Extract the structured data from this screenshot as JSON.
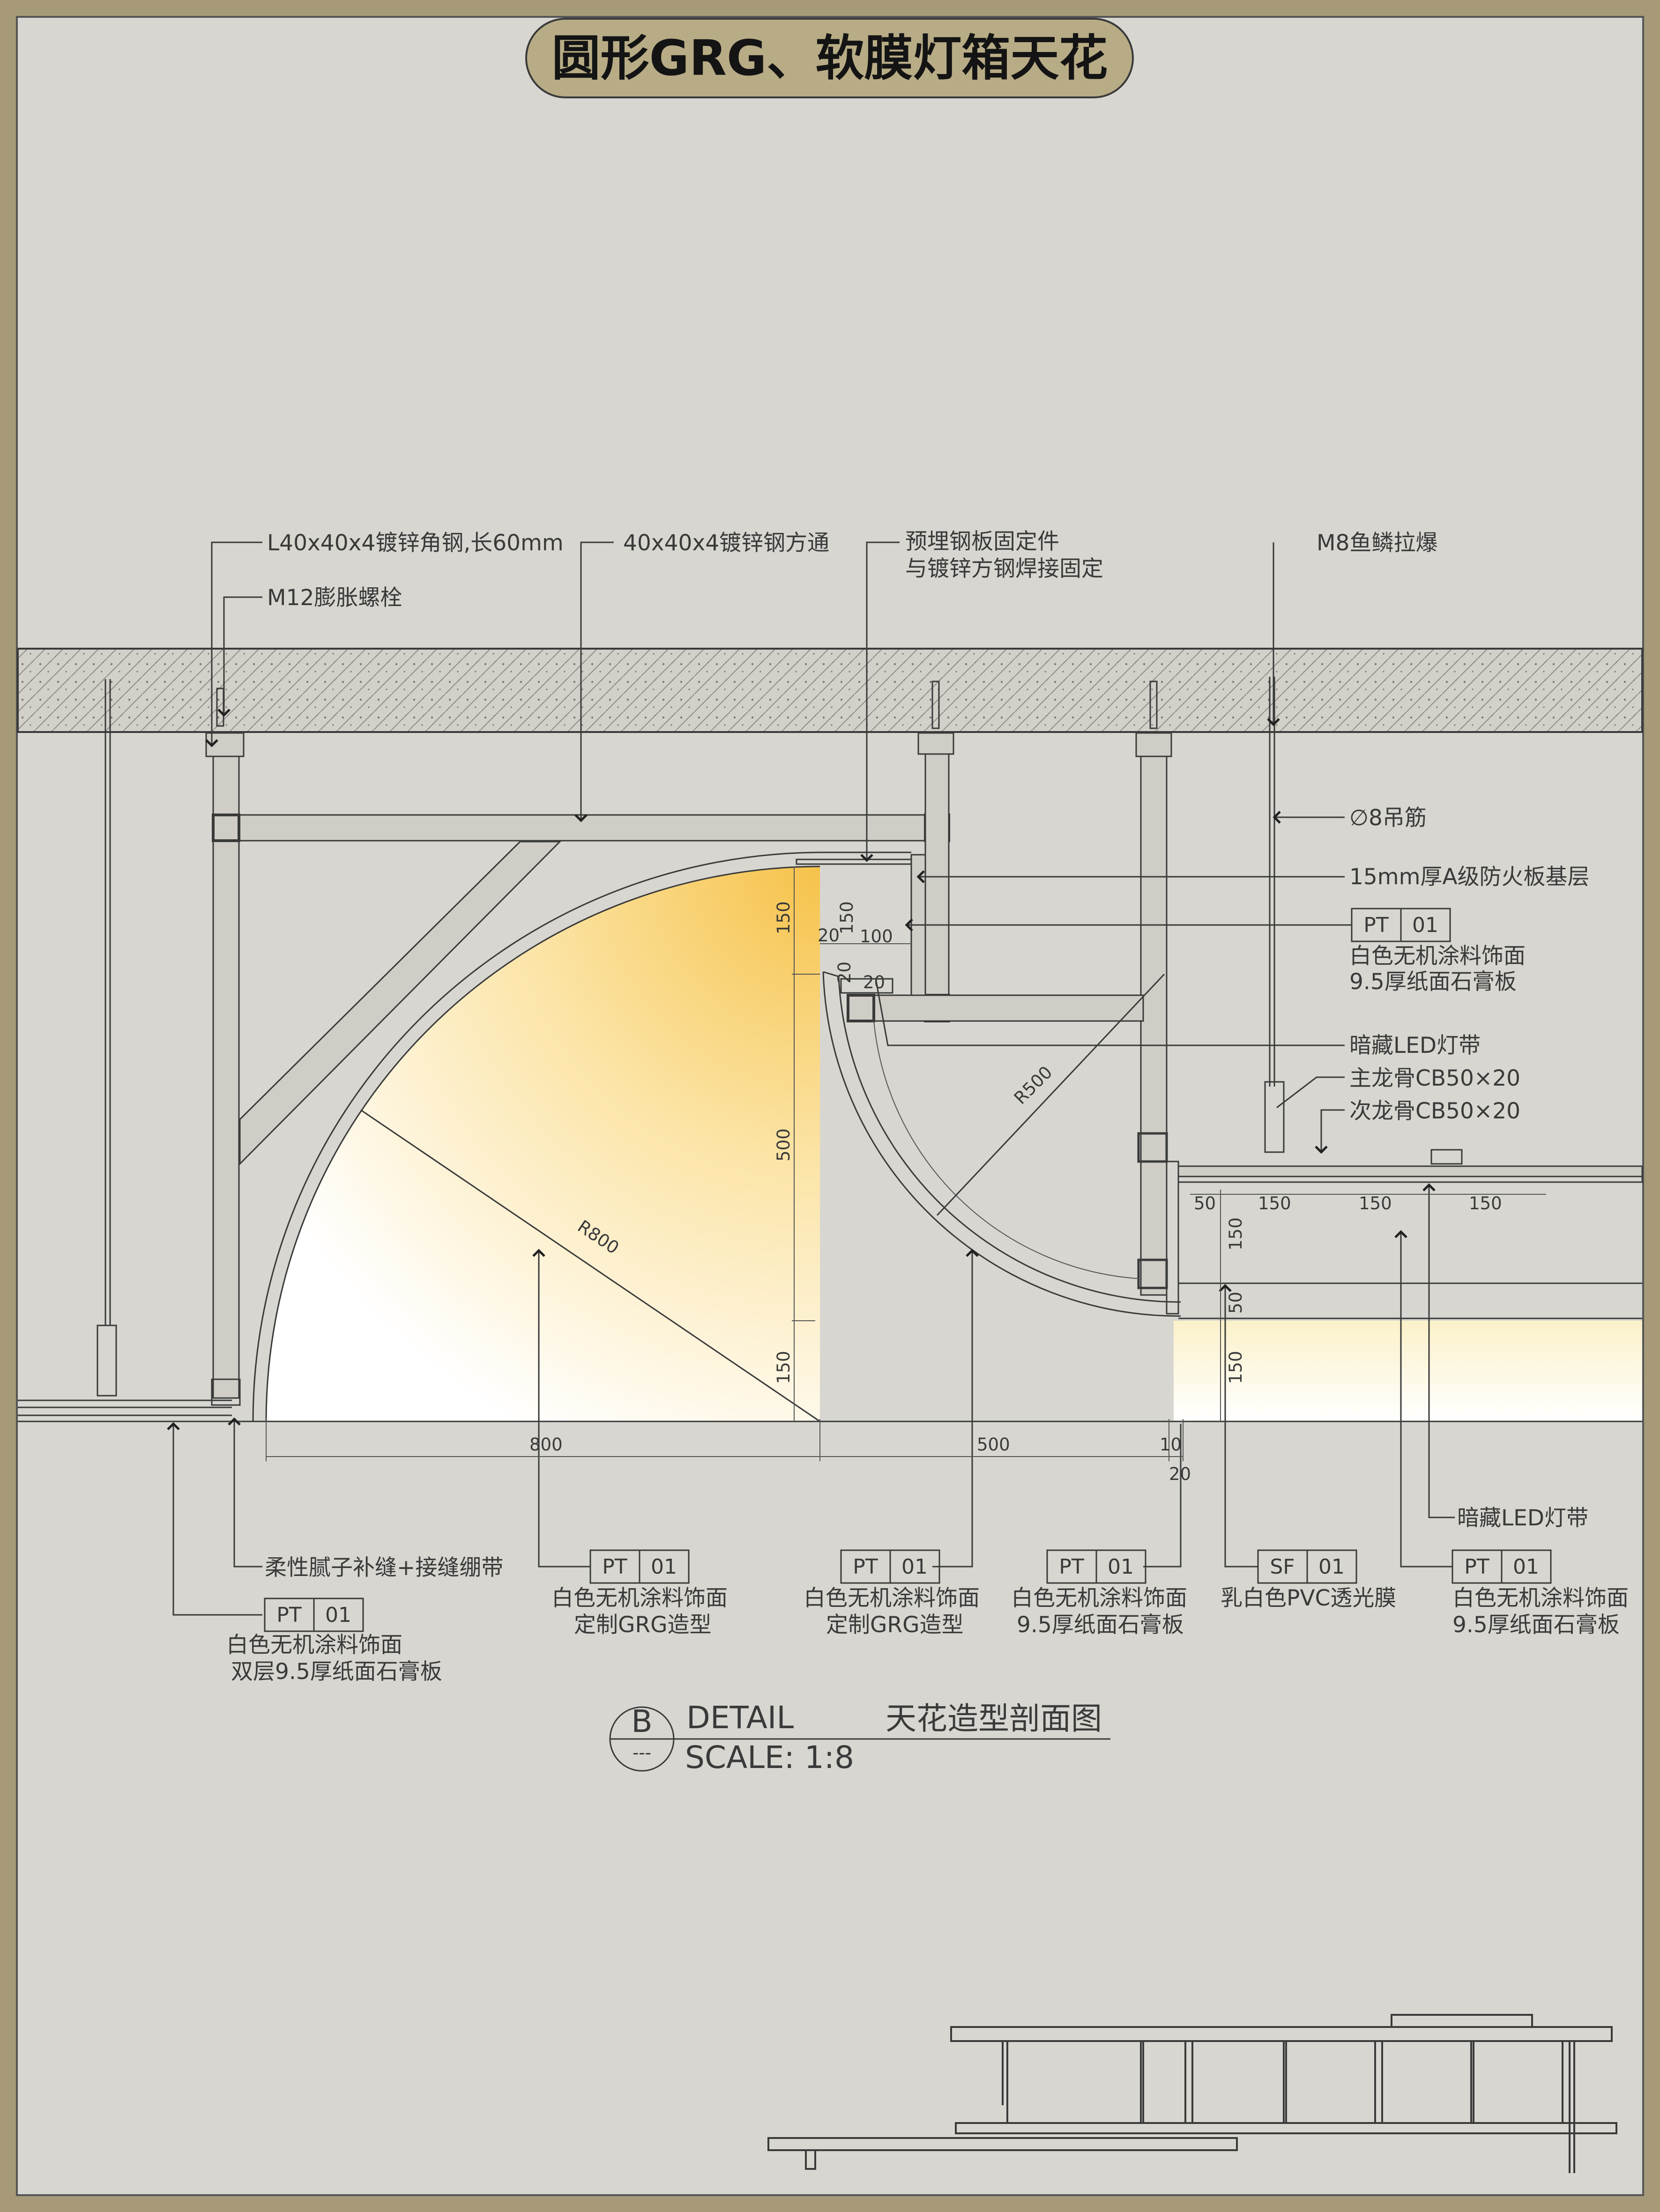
{
  "title": "圆形GRG、软膜灯箱天花",
  "callouts_top": {
    "angle_steel": "L40x40x4镀锌角钢,长60mm",
    "expansion_bolt": "M12膨胀螺栓",
    "square_tube": "40x40x4镀锌钢方通",
    "embedded_plate_1": "预埋钢板固定件",
    "embedded_plate_2": "与镀锌方钢焊接固定",
    "anchor": "M8鱼鳞拉爆"
  },
  "callouts_right": {
    "rod": "∅8吊筋",
    "fire_board": "15mm厚A级防火板基层",
    "finish_1": "白色无机涂料饰面",
    "finish_2": "9.5厚纸面石膏板",
    "led_hidden": "暗藏LED灯带",
    "main_keel": "主龙骨CB50×20",
    "sub_keel": "次龙骨CB50×20"
  },
  "tags": {
    "pt": "PT",
    "sf": "SF",
    "num": "01"
  },
  "bottom_labels": {
    "putty": "柔性腻子补缝+接缝绷带",
    "wall_1": "白色无机涂料饰面",
    "wall_2": "双层9.5厚纸面石膏板",
    "grg_a_1": "白色无机涂料饰面",
    "grg_a_2": "定制GRG造型",
    "grg_b_1": "白色无机涂料饰面",
    "grg_b_2": "定制GRG造型",
    "gyp_1": "白色无机涂料饰面",
    "gyp_2": "9.5厚纸面石膏板",
    "pvc": "乳白色PVC透光膜",
    "led_bottom": "暗藏LED灯带",
    "right_1": "白色无机涂料饰面",
    "right_2": "9.5厚纸面石膏板"
  },
  "dimensions": {
    "d150a": "150",
    "d20a": "20",
    "d150b": "150",
    "d100": "100",
    "d20b": "20",
    "d20c": "20",
    "d500v": "500",
    "d150c": "150",
    "r500": "R500",
    "r800": "R800",
    "d800": "800",
    "d500h": "500",
    "d10": "10",
    "d20d": "20",
    "d50a": "50",
    "d150d": "150",
    "d150e": "150",
    "d150f": "150",
    "d150g": "150",
    "d50b": "50",
    "d150h": "150"
  },
  "detail": {
    "letter": "B",
    "sub": "---",
    "word": "DETAIL",
    "name": "天花造型剖面图",
    "scale": "SCALE: 1:8"
  },
  "colors": {
    "frame": "#a69a78",
    "paper": "#d7d6d0",
    "title_pill": "#b8ac86",
    "glow_core": "#f6c24a",
    "slab": "#cfcdc6"
  }
}
